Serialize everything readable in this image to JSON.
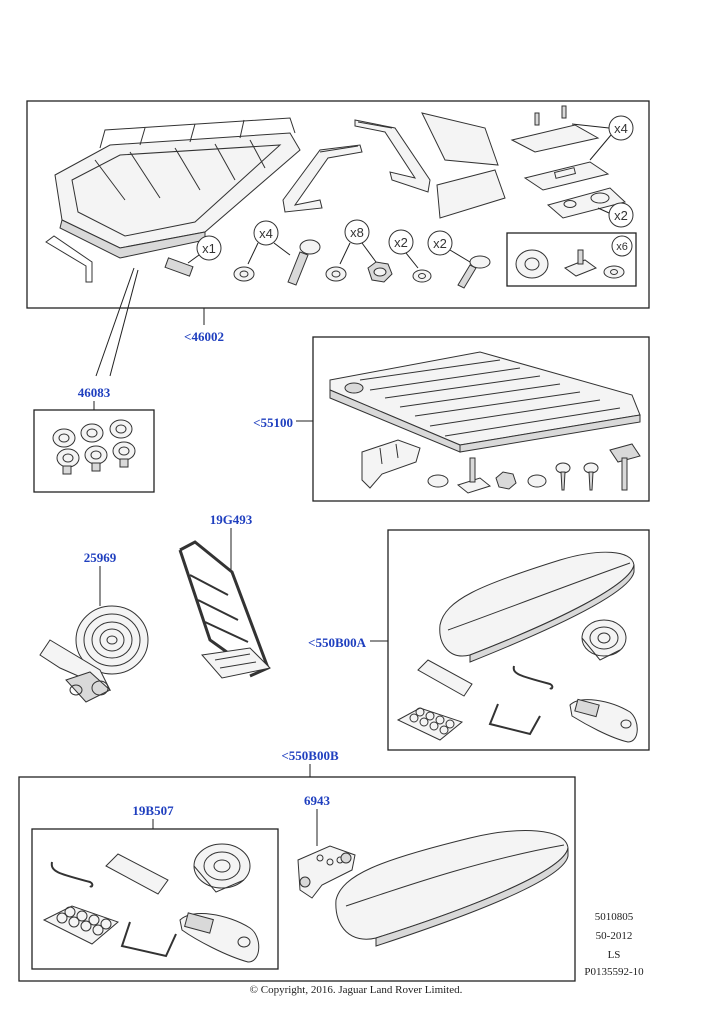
{
  "callouts": {
    "c46002": "<46002",
    "c46083": "46083",
    "c55100": "<55100",
    "c19G493": "19G493",
    "c25969": "25969",
    "c550B00A": "<550B00A",
    "c550B00B": "<550B00B",
    "c19B507": "19B507",
    "c6943": "6943"
  },
  "quantities": {
    "x1": "x1",
    "x4a": "x4",
    "x8": "x8",
    "x2a": "x2",
    "x2b": "x2",
    "x4b": "x4",
    "x2c": "x2",
    "x6": "x6"
  },
  "meta_block": [
    "5010805",
    "50-2012",
    "LS",
    "P0135592-10"
  ],
  "copyright": "© Copyright, 2016. Jaguar Land Rover Limited."
}
